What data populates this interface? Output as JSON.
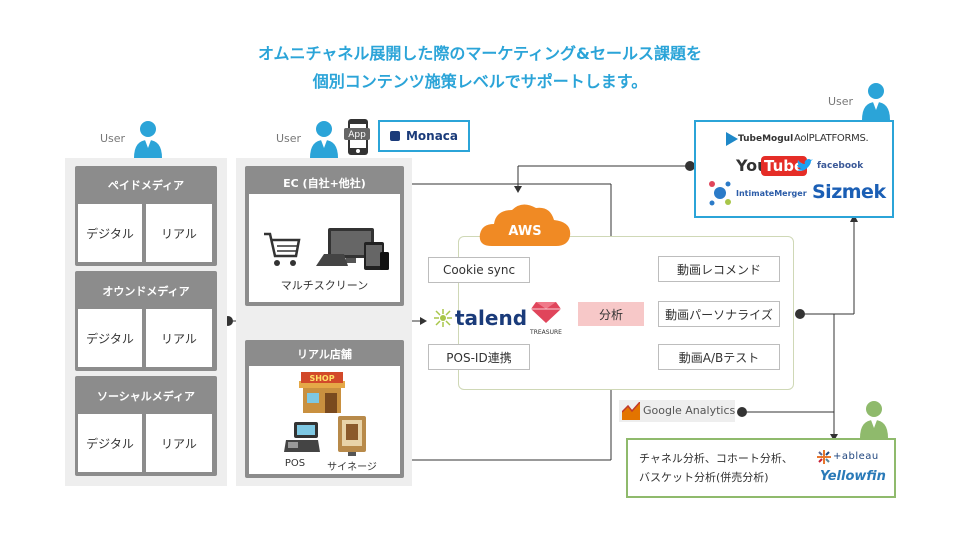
{
  "title_line1": "オムニチャネル展開した際のマーケティング&セールス課題を",
  "title_line2": "個別コンテンツ施策レベルでサポートします。",
  "user_label": "User",
  "app_label": "App",
  "monaca_label": "Monaca",
  "media": [
    {
      "header": "ペイドメディア",
      "left": "デジタル",
      "right": "リアル"
    },
    {
      "header": "オウンドメディア",
      "left": "デジタル",
      "right": "リアル"
    },
    {
      "header": "ソーシャルメディア",
      "left": "デジタル",
      "right": "リアル"
    }
  ],
  "ec": {
    "header": "EC (自社+他社)",
    "caption": "マルチスクリーン"
  },
  "store": {
    "header": "リアル店舗",
    "shop_sign": "SHOP",
    "pos_label": "POS",
    "signage_label": "サイネージ"
  },
  "aws_label": "AWS",
  "aws_left": [
    "Cookie sync",
    "POS-ID連携"
  ],
  "talend_label": "talend",
  "treasure_label": "TREASURE",
  "analysis_label": "分析",
  "aws_right": [
    "動画レコメンド",
    "動画パーソナライズ",
    "動画A/Bテスト"
  ],
  "ad_logos": {
    "tubemogul": "TubeMogul",
    "aol": "AolPLATFORMS.",
    "you": "You",
    "tube": "Tube",
    "facebook": "facebook",
    "intimate": "IntimateMerger",
    "sizmek": "Sizmek"
  },
  "google_analytics": "Google Analytics",
  "analysis_text_line1": "チャネル分析、コホート分析、",
  "analysis_text_line2": "バスケット分析(併売分析)",
  "tableau_label": "+ableau",
  "yellowfin_label": "Yellowfin",
  "colors": {
    "title_blue": "#2ba4d8",
    "aws_orange": "#f08a24",
    "user_blue": "#2ba4d8",
    "user_green": "#8fba6c"
  }
}
